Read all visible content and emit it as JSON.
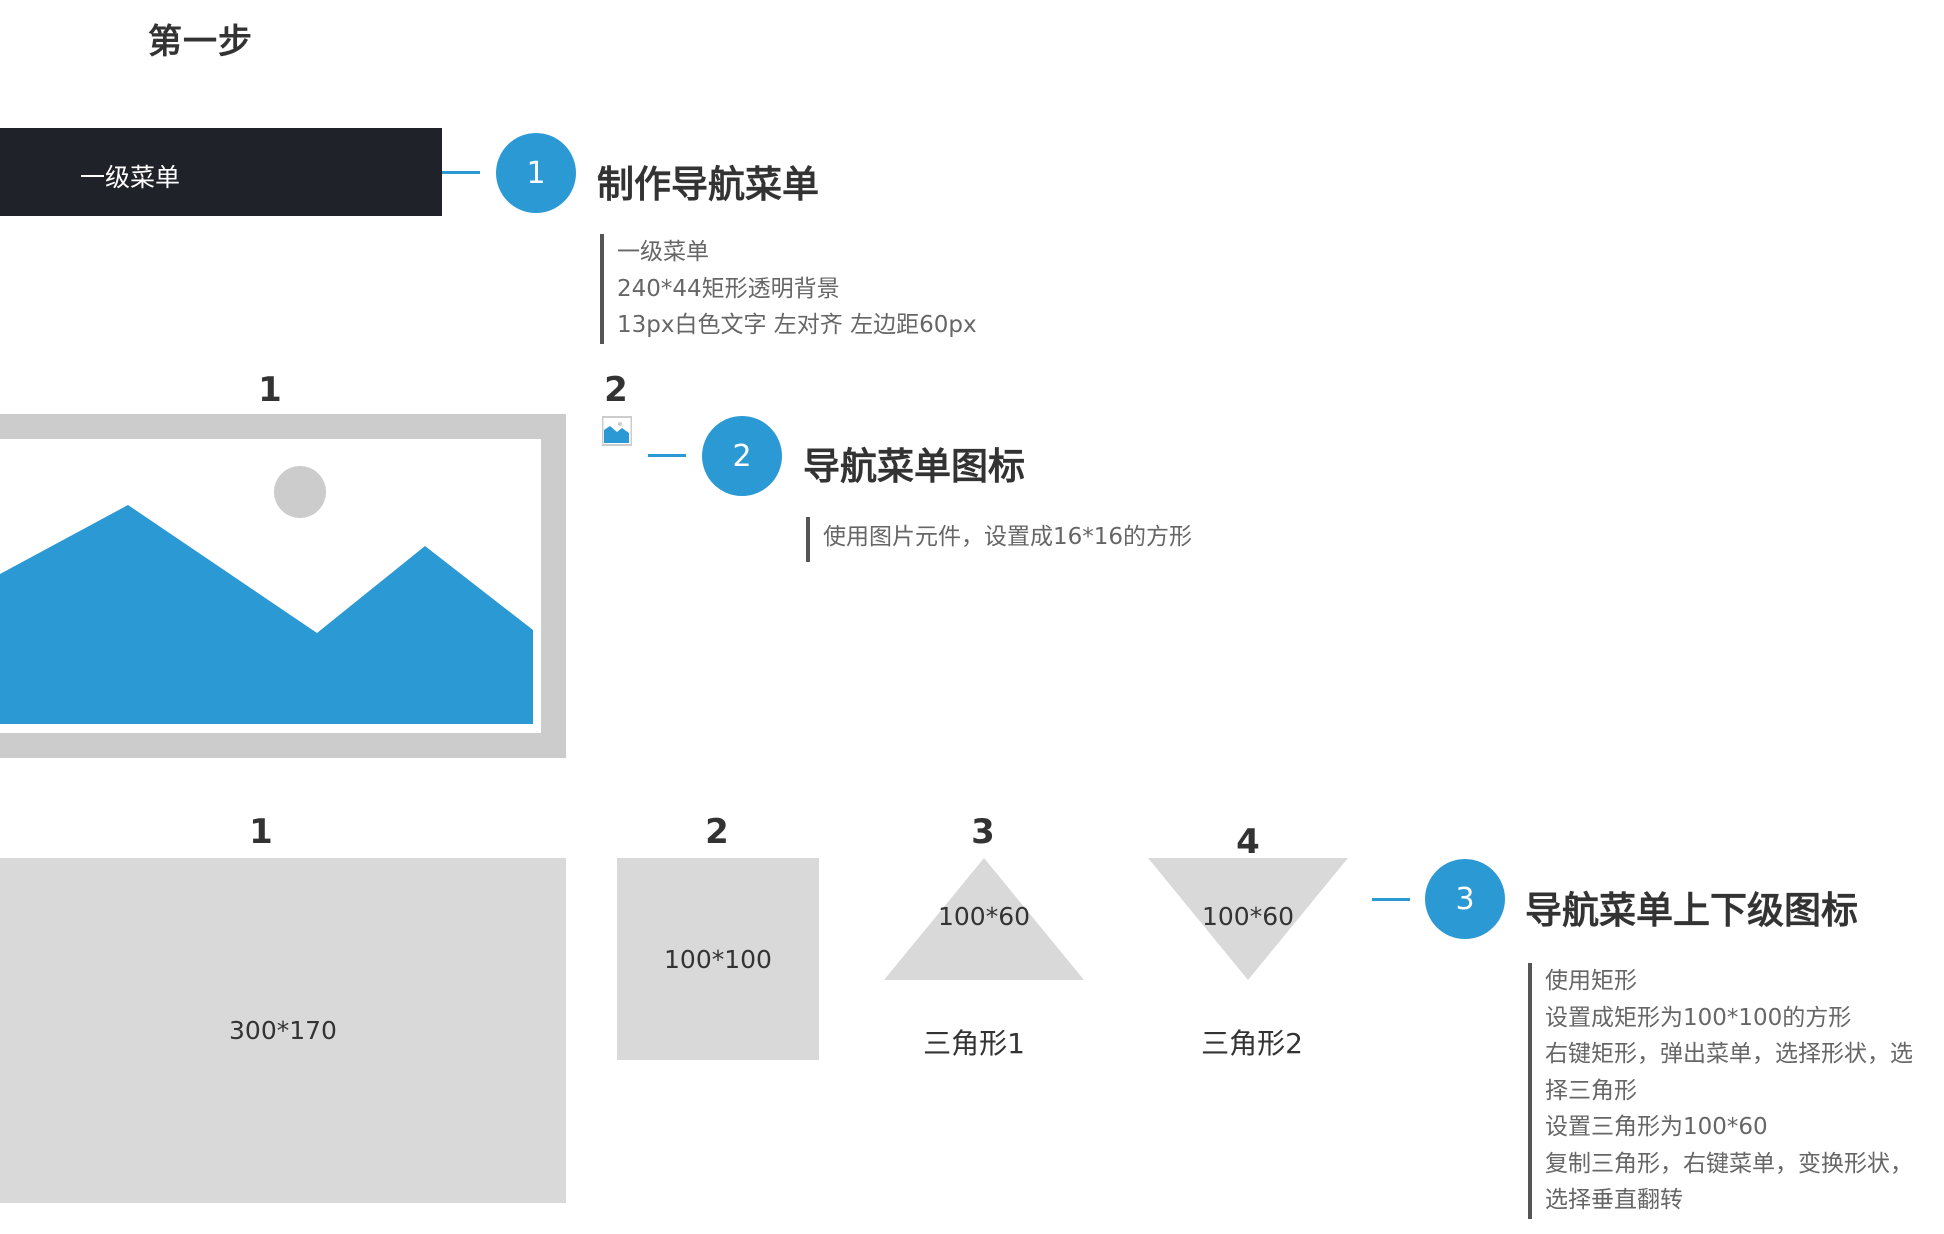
{
  "step_title": "第一步",
  "menu": {
    "label": "一级菜单"
  },
  "steps": [
    {
      "number": "1",
      "title": "制作导航菜单",
      "notes": [
        "一级菜单",
        "240*44矩形透明背景",
        "13px白色文字 左对齐 左边距60px"
      ]
    },
    {
      "number": "2",
      "title": "导航菜单图标",
      "notes": [
        "使用图片元件，设置成16*16的方形"
      ]
    },
    {
      "number": "3",
      "title": "导航菜单上下级图标",
      "notes": [
        "使用矩形",
        "设置成矩形为100*100的方形",
        "右键矩形，弹出菜单，选择形状，选",
        "择三角形",
        "设置三角形为100*60",
        "复制三角形，右键菜单，变换形状，",
        "选择垂直翻转"
      ]
    }
  ],
  "image_section": {
    "label_large": "1",
    "label_small": "2"
  },
  "shapes": {
    "rect_large": {
      "label": "1",
      "size": "300*170"
    },
    "rect_square": {
      "label": "2",
      "size": "100*100"
    },
    "triangle_up": {
      "label": "3",
      "size": "100*60",
      "caption": "三角形1"
    },
    "triangle_down": {
      "label": "4",
      "size": "100*60",
      "caption": "三角形2"
    }
  },
  "colors": {
    "accent": "#2b99d4",
    "menu_bg": "#1f2229",
    "shape_gray": "#d9d9d9",
    "image_frame": "#cccccc"
  }
}
